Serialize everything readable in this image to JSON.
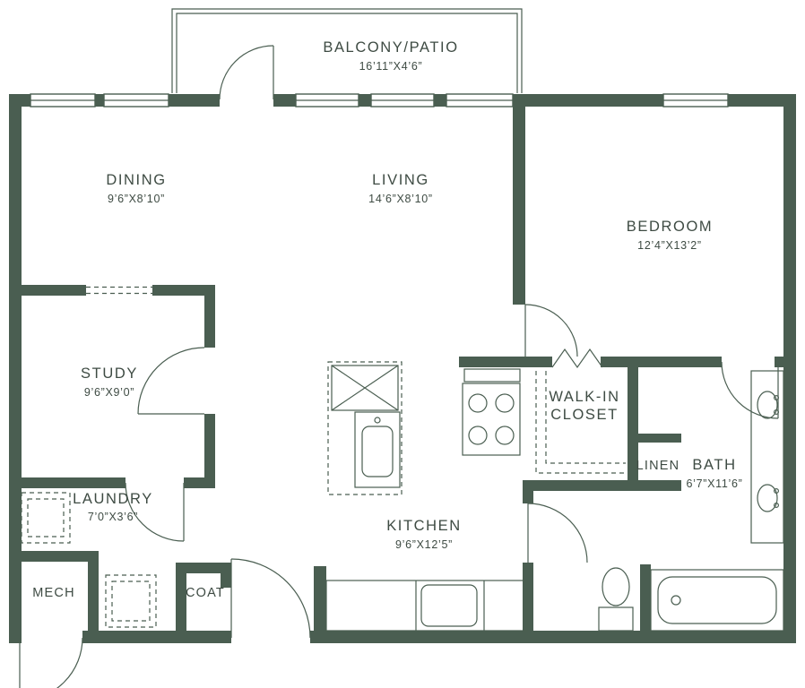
{
  "page": {
    "background": "#ffffff"
  },
  "colors": {
    "wall": "#4a5e51",
    "text": "#3e4b43"
  },
  "plan": {
    "type": "apartment-floor-plan",
    "rooms": {
      "balcony": {
        "name": "BALCONY/PATIO",
        "dims": "16’11”X4’6”"
      },
      "dining": {
        "name": "DINING",
        "dims": "9’6”X8’10”"
      },
      "living": {
        "name": "LIVING",
        "dims": "14’6”X8’10”"
      },
      "bedroom": {
        "name": "BEDROOM",
        "dims": "12’4”X13’2”"
      },
      "study": {
        "name": "STUDY",
        "dims": "9’6”X9’0”"
      },
      "walk_in_closet": {
        "line1": "WALK-IN",
        "line2": "CLOSET"
      },
      "linen": {
        "name": "LINEN"
      },
      "bath": {
        "name": "BATH",
        "dims": "6’7”X11’6”"
      },
      "laundry": {
        "name": "LAUNDRY",
        "dims": "7’0”X3’6”"
      },
      "mech": {
        "name": "MECH"
      },
      "coat": {
        "name": "COAT"
      },
      "kitchen": {
        "name": "KITCHEN",
        "dims": "9’6”X12’5”"
      }
    }
  }
}
